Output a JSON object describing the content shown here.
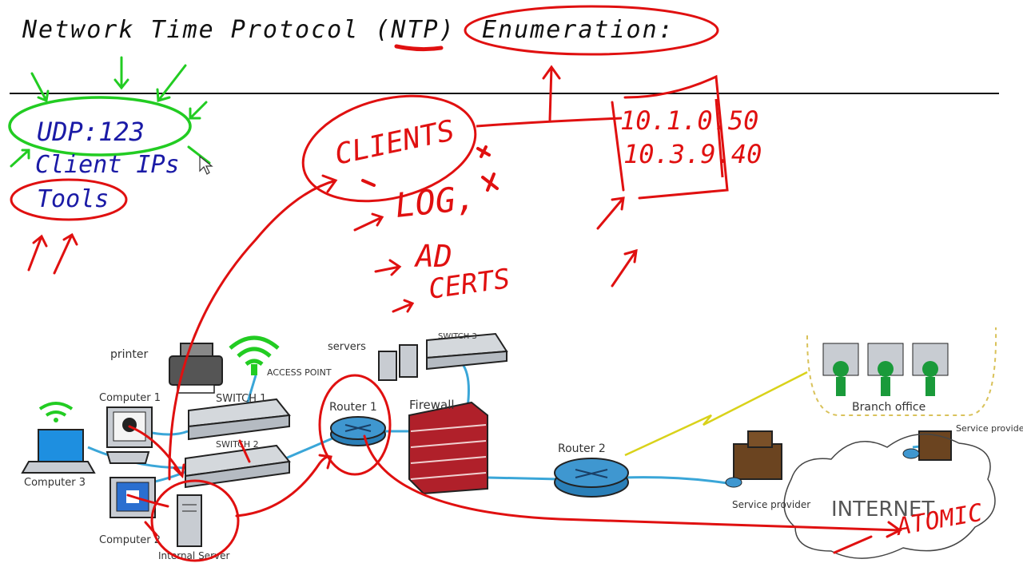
{
  "title": {
    "main": "Network Time Protocol (NTP)",
    "sub": "Enumeration:"
  },
  "notes": {
    "udp": "UDP:123",
    "client_ips": "Client IPs",
    "tools": "Tools"
  },
  "annotations": {
    "clients": "CLIENTS",
    "log": "LOG,",
    "ad": "AD",
    "certs": "CERTS",
    "ip1": "10.1.0.50",
    "ip2": "10.3.9.40",
    "atomic": "ATOMIC"
  },
  "network_labels": {
    "printer": "printer",
    "access_point": "ACCESS POINT",
    "computer1": "Computer 1",
    "computer2": "Computer 2",
    "computer3": "Computer 3",
    "switch1": "SWITCH 1",
    "switch2": "SWITCH 2",
    "switch3": "SWITCH 3",
    "servers": "servers",
    "router1": "Router 1",
    "router2": "Router 2",
    "firewall": "Firewall",
    "internal_server": "Internal Server",
    "service_provider_left": "Service provider",
    "service_provider_right": "Service provider",
    "internet": "INTERNET",
    "branch_office": "Branch office"
  },
  "colors": {
    "ink": "#111111",
    "red": "#e01010",
    "blue": "#1a1aa6",
    "green": "#22cc22",
    "cable": "#3aa6d8",
    "router": "#3f97d0",
    "brick": "#b0202a",
    "device": "#c8ccd2"
  }
}
